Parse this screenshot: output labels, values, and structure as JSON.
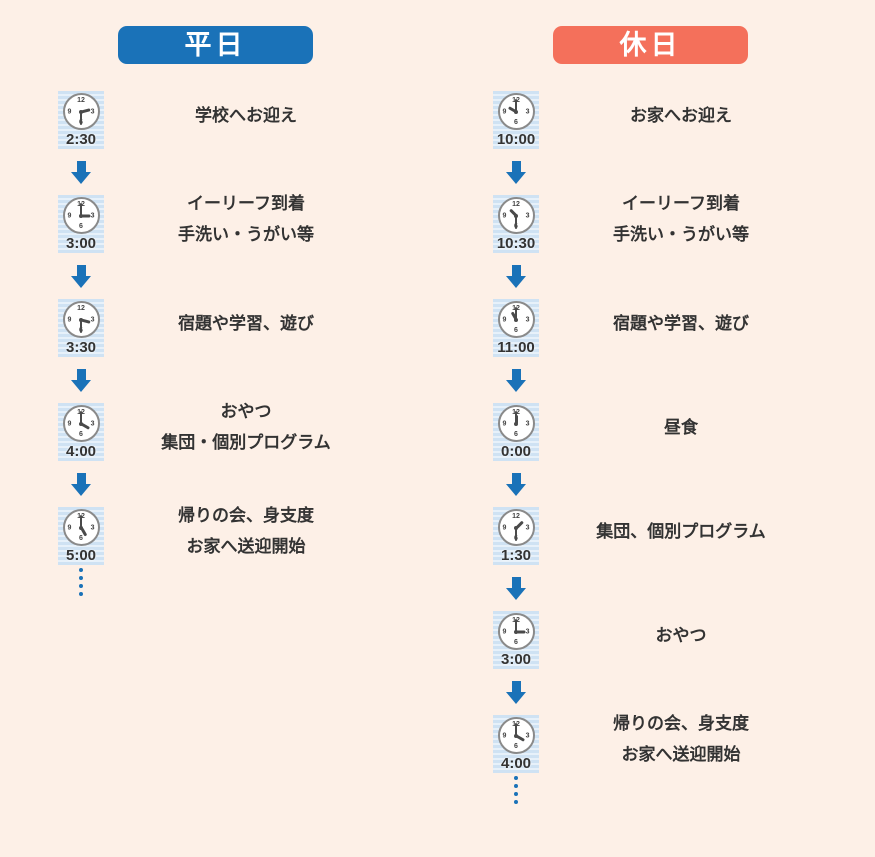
{
  "colors": {
    "background": "#fdf0e7",
    "arrow": "#1a72b8",
    "clock_stripe_dark": "#cfe2f3",
    "clock_stripe_light": "#e7f1fa",
    "text": "#333333"
  },
  "clock_numbers": [
    "12",
    "3",
    "6",
    "9"
  ],
  "columns": [
    {
      "title": "平日",
      "accent": "#1a72b8",
      "steps": [
        {
          "time": "2:30",
          "clock": {
            "hour": 2,
            "minute": 30
          },
          "label": "学校へお迎え"
        },
        {
          "time": "3:00",
          "clock": {
            "hour": 3,
            "minute": 0
          },
          "label": "イーリーフ到着\n手洗い・うがい等"
        },
        {
          "time": "3:30",
          "clock": {
            "hour": 3,
            "minute": 30
          },
          "label": "宿題や学習、遊び"
        },
        {
          "time": "4:00",
          "clock": {
            "hour": 4,
            "minute": 0
          },
          "label": "おやつ\n集団・個別プログラム"
        },
        {
          "time": "5:00",
          "clock": {
            "hour": 5,
            "minute": 0
          },
          "label": "帰りの会、身支度\nお家へ送迎開始"
        }
      ]
    },
    {
      "title": "休日",
      "accent": "#f4705b",
      "steps": [
        {
          "time": "10:00",
          "clock": {
            "hour": 10,
            "minute": 0
          },
          "label": "お家へお迎え"
        },
        {
          "time": "10:30",
          "clock": {
            "hour": 10,
            "minute": 30
          },
          "label": "イーリーフ到着\n手洗い・うがい等"
        },
        {
          "time": "11:00",
          "clock": {
            "hour": 11,
            "minute": 0
          },
          "label": "宿題や学習、遊び"
        },
        {
          "time": "0:00",
          "clock": {
            "hour": 0,
            "minute": 0
          },
          "label": "昼食"
        },
        {
          "time": "1:30",
          "clock": {
            "hour": 1,
            "minute": 30
          },
          "label": "集団、個別プログラム"
        },
        {
          "time": "3:00",
          "clock": {
            "hour": 3,
            "minute": 0
          },
          "label": "おやつ"
        },
        {
          "time": "4:00",
          "clock": {
            "hour": 4,
            "minute": 0
          },
          "label": "帰りの会、身支度\nお家へ送迎開始"
        }
      ]
    }
  ]
}
